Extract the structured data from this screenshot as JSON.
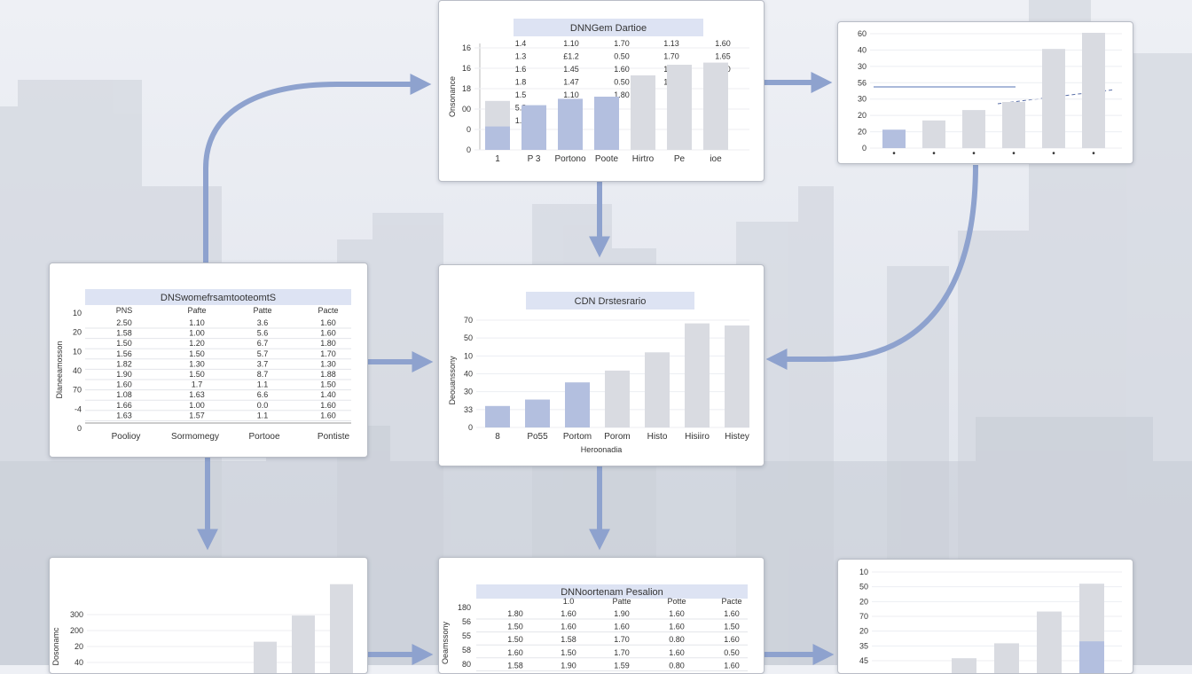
{
  "colors": {
    "bar_blue": "#b3bfdf",
    "bar_gray": "#d9dbe1",
    "header_blue": "#dde3f3",
    "arrow": "#8ea2ce"
  },
  "panels": {
    "p1": {
      "title": "DNNGem Dartioe",
      "y_ticks": [
        "16",
        "16",
        "18",
        "00",
        "0",
        "0"
      ],
      "y_label": "Onsonance",
      "rows": [
        [
          "1.4",
          "1.10",
          "1.70",
          "1.13",
          "1.60"
        ],
        [
          "1.3",
          "£1.2",
          "0.50",
          "1.70",
          "1.65"
        ],
        [
          "1.6",
          "1.45",
          "1.60",
          "1.50",
          "1.60"
        ],
        [
          "1.8",
          "1.47",
          "0.50",
          "1.10",
          ""
        ],
        [
          "1.5",
          "1.10",
          "1.80",
          "",
          ""
        ],
        [
          "5.8",
          "",
          ""
        ],
        [
          "1.3",
          "1.6",
          ""
        ],
        [
          "",
          "1.4",
          ""
        ]
      ],
      "categories": [
        "1",
        "P 3",
        "Portono",
        "Poote",
        "Hirtro",
        "Pe",
        "ioe"
      ],
      "bars": [
        {
          "blue": 0.22,
          "gray": 0.46
        },
        {
          "blue": 0.42,
          "gray": 0
        },
        {
          "blue": 0.48,
          "gray": 0
        },
        {
          "blue": 0.5,
          "gray": 0.5
        },
        {
          "blue": 0,
          "gray": 0.7
        },
        {
          "blue": 0,
          "gray": 0.8
        },
        {
          "blue": 0,
          "gray": 0.82
        }
      ]
    },
    "p2": {
      "y_ticks": [
        "60",
        "40",
        "30",
        "56",
        "30",
        "20",
        "20",
        "0"
      ],
      "categories": [
        "•",
        "•",
        "•",
        "•",
        "•",
        "•"
      ],
      "bars": [
        {
          "blue": 0.16,
          "gray": 0
        },
        {
          "blue": 0,
          "gray": 0.24
        },
        {
          "blue": 0,
          "gray": 0.33
        },
        {
          "blue": 0,
          "gray": 0.4
        },
        {
          "blue": 0,
          "gray": 0.86
        },
        {
          "blue": 0,
          "gray": 1.0
        }
      ]
    },
    "p3": {
      "title": "DNSwomefrsamtooteomtS",
      "headers": [
        "PNS",
        "Pafte",
        "Patte",
        "Pacte"
      ],
      "y_ticks": [
        "10",
        "20",
        "10",
        "40",
        "70",
        "-4",
        "0"
      ],
      "y_label": "Dlaneeamosson",
      "rows": [
        [
          "2.50",
          "1.10",
          "3.6",
          "1.60"
        ],
        [
          "1.58",
          "1.00",
          "5.6",
          "1.60"
        ],
        [
          "1.50",
          "1.20",
          "6.7",
          "1.80"
        ],
        [
          "1.56",
          "1.50",
          "5.7",
          "1.70"
        ],
        [
          "1.82",
          "1.30",
          "3.7",
          "1.30"
        ],
        [
          "1.90",
          "1.50",
          "8.7",
          "1.88"
        ],
        [
          "1.60",
          "1.7",
          "1.1",
          "1.50"
        ],
        [
          "1.08",
          "1.63",
          "6.6",
          "1.40"
        ],
        [
          "1.66",
          "1.00",
          "0.0",
          "1.60"
        ],
        [
          "1.63",
          "1.57",
          "1.1",
          "1.60"
        ]
      ],
      "categories": [
        "Poolioy",
        "Sormomegy",
        "Portooe",
        "Pontiste"
      ]
    },
    "p4": {
      "title": "CDN Drstesrario",
      "y_ticks": [
        "70",
        "50",
        "10",
        "40",
        "30",
        "33",
        "0"
      ],
      "y_label": "Deouanssony",
      "x_label": "Heroonadia",
      "categories": [
        "8",
        "Po55",
        "Portom",
        "Porom",
        "Histo",
        "Hisiiro",
        "Histey"
      ],
      "bars": [
        {
          "blue": 0.2,
          "gray": 0
        },
        {
          "blue": 0.26,
          "gray": 0
        },
        {
          "blue": 0.42,
          "gray": 0
        },
        {
          "blue": 0,
          "gray": 0.53
        },
        {
          "blue": 0,
          "gray": 0.7
        },
        {
          "blue": 0,
          "gray": 0.97
        },
        {
          "blue": 0,
          "gray": 0.95
        }
      ]
    },
    "p5": {
      "y_ticks": [
        "300",
        "200",
        "20",
        "40"
      ],
      "y_label": "Dosonamc",
      "bars": [
        {
          "blue": 0,
          "gray": 0
        },
        {
          "blue": 0,
          "gray": 0
        },
        {
          "blue": 0,
          "gray": 0
        },
        {
          "blue": 0,
          "gray": 0
        },
        {
          "blue": 0,
          "gray": 0.3
        },
        {
          "blue": 0,
          "gray": 0.55
        },
        {
          "blue": 0,
          "gray": 0.85
        }
      ]
    },
    "p6": {
      "title": "DNNoortenam Pesalion",
      "headers": [
        "1.0",
        "Patte",
        "Potte",
        "Pacte"
      ],
      "y_ticks": [
        "180",
        "56",
        "55",
        "58",
        "80"
      ],
      "y_label": "Oeamssony",
      "rows": [
        [
          "1.80",
          "1.60",
          "1.90",
          "1.60",
          "1.60"
        ],
        [
          "1.50",
          "1.60",
          "1.60",
          "1.60",
          "1.50"
        ],
        [
          "1.50",
          "1.58",
          "1.70",
          "0.80",
          "1.60"
        ],
        [
          "1.60",
          "1.50",
          "1.70",
          "1.60",
          "0.50"
        ],
        [
          "1.58",
          "1.90",
          "1.59",
          "0.80",
          "1.60"
        ]
      ]
    },
    "p7": {
      "y_ticks": [
        "10",
        "50",
        "20",
        "70",
        "20",
        "35",
        "45"
      ],
      "bars": [
        {
          "blue": 0,
          "gray": 0
        },
        {
          "blue": 0,
          "gray": 0.15
        },
        {
          "blue": 0,
          "gray": 0.3
        },
        {
          "blue": 0,
          "gray": 0.62
        },
        {
          "blue": 0.32,
          "gray": 0.9
        }
      ]
    }
  }
}
